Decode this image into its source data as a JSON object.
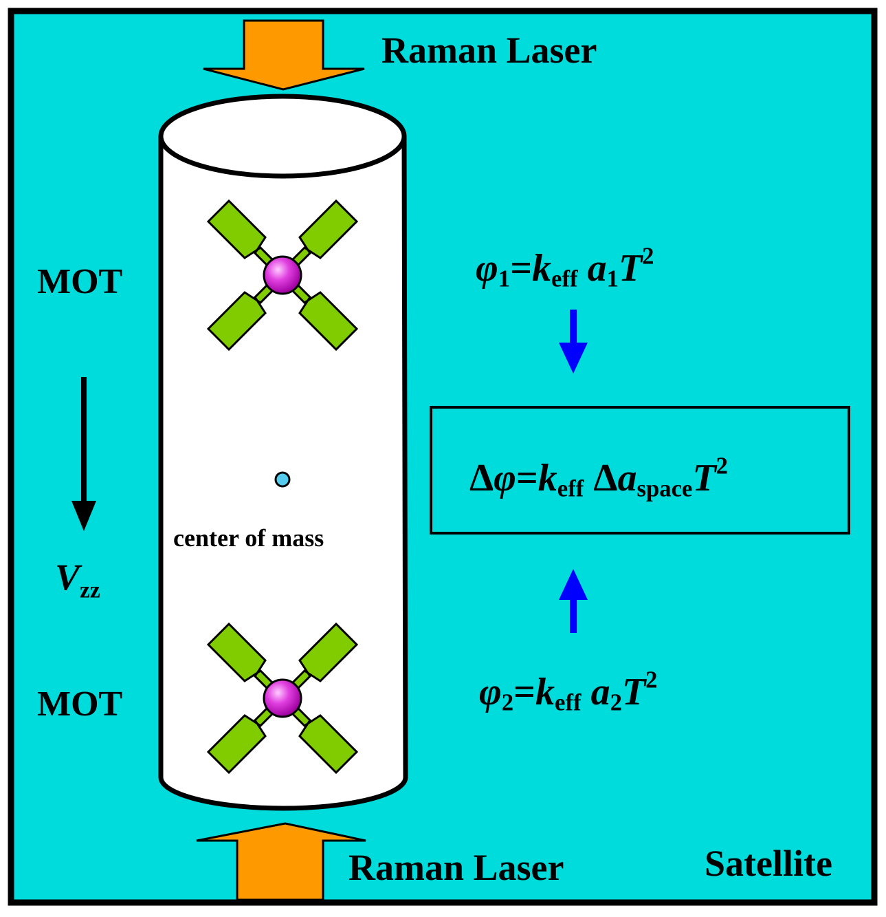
{
  "colors": {
    "background": "#00dcdc",
    "frame": "#000000",
    "laser_arrow": "#ff9900",
    "mot_arrow": "#80cc00",
    "atom_cloud": "#d21ed2",
    "center_of_mass_dot": "#55ccee",
    "flow_arrow": "#0000ff"
  },
  "labels": {
    "raman_laser_top": "Raman Laser",
    "raman_laser_bottom": "Raman Laser",
    "mot_top": "MOT",
    "mot_bottom": "MOT",
    "center_of_mass": "center of mass",
    "satellite": "Satellite",
    "gradient_symbol": "V",
    "gradient_subscript": "zz"
  },
  "equations": {
    "phi1": {
      "phi": "φ",
      "phi_sub": "1",
      "eq": "=",
      "k": "k",
      "k_sub": "eff",
      "a": "a",
      "a_sub": "1",
      "T": "T",
      "T_sup": "2"
    },
    "delta_phi": {
      "delta": "Δ",
      "phi": "φ",
      "eq": "=",
      "k": "k",
      "k_sub": "eff",
      "delta2": "Δ",
      "a": "a",
      "a_sub": "space",
      "T": "T",
      "T_sup": "2"
    },
    "phi2": {
      "phi": "φ",
      "phi_sub": "2",
      "eq": "=",
      "k": "k",
      "k_sub": "eff",
      "a": "a",
      "a_sub": "2",
      "T": "T",
      "T_sup": "2"
    }
  },
  "icons": {
    "laser_top": "raman-laser-down-arrow-icon",
    "laser_bottom": "raman-laser-up-arrow-icon",
    "mot_beams": "mot-beam-arrows-icon",
    "atom_cloud": "atom-cloud-icon",
    "gradient_arrow": "down-arrow-icon",
    "flow_down": "blue-down-arrow-icon",
    "flow_up": "blue-up-arrow-icon"
  }
}
